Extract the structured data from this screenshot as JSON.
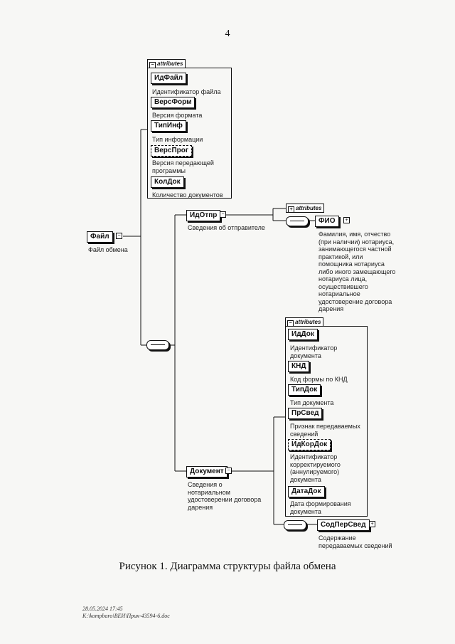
{
  "page_number": "4",
  "root": {
    "name": "Файл",
    "desc": "Файл обмена"
  },
  "root_attributes": {
    "header": "attributes",
    "items": [
      {
        "name": "ИдФайл",
        "desc": "Идентификатор файла"
      },
      {
        "name": "ВерсФорм",
        "desc": "Версия формата"
      },
      {
        "name": "ТипИнф",
        "desc": "Тип информации"
      },
      {
        "name": "ВерсПрог",
        "desc": "Версия передающей программы"
      },
      {
        "name": "КолДок",
        "desc": "Количество документов"
      }
    ]
  },
  "sender": {
    "name": "ИдОтпр",
    "desc": "Сведения об отправителе"
  },
  "sender_attributes": {
    "header": "attributes"
  },
  "fio": {
    "name": "ФИО",
    "desc_lines": [
      "Фамилия, имя, отчество",
      "(при наличии) нотариуса,",
      "занимающегося частной",
      "практикой, или",
      "помощника нотариуса",
      "либо иного замещающего",
      "нотариуса лица,",
      "осуществившего",
      "нотариальное",
      "удостоверение договора",
      "дарения"
    ]
  },
  "document": {
    "name": "Документ",
    "desc_lines": [
      "Сведения о",
      "нотариальном",
      "удостоверении договора",
      "дарения"
    ]
  },
  "doc_attributes": {
    "header": "attributes",
    "items": [
      {
        "name": "ИдДок",
        "desc_lines": [
          "Идентификатор",
          "документа"
        ]
      },
      {
        "name": "КНД",
        "desc_lines": [
          "Код формы по КНД"
        ]
      },
      {
        "name": "ТипДок",
        "desc_lines": [
          "Тип документа"
        ]
      },
      {
        "name": "ПрСвед",
        "desc_lines": [
          "Признак передаваемых",
          "сведений"
        ]
      },
      {
        "name": "ИдКорДок",
        "desc_lines": [
          "Идентификатор",
          "корректируемого",
          "(аннулируемого)",
          "документа"
        ]
      },
      {
        "name": "ДатаДок",
        "desc_lines": [
          "Дата формирования",
          "документа"
        ]
      }
    ]
  },
  "content": {
    "name": "СодПерСвед",
    "desc_lines": [
      "Содержание",
      "передаваемых сведений"
    ]
  },
  "caption": "Рисунок 1. Диаграмма структуры файла обмена",
  "footer": {
    "line1": "28.05.2024 17:45",
    "line2": "K:\\kompbaro\\ВЕИ\\Прик-43594-6.doc"
  }
}
